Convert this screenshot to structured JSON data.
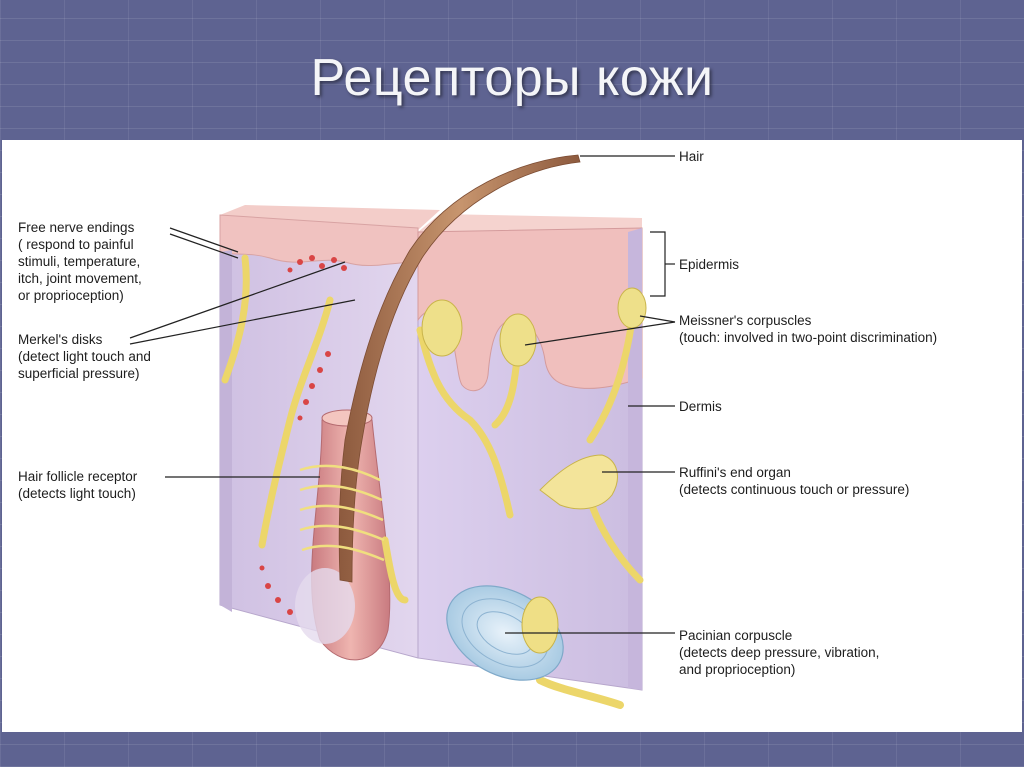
{
  "slide": {
    "title": "Рецепторы кожи"
  },
  "labels": {
    "hair": "Hair",
    "epidermis": "Epidermis",
    "dermis": "Dermis",
    "free_nerve": {
      "name": "Free nerve endings",
      "desc": [
        "( respond to painful",
        "stimuli, temperature,",
        "itch, joint movement,",
        "or proprioception)"
      ]
    },
    "merkel": {
      "name": "Merkel's disks",
      "desc": [
        "(detect light touch and",
        "superficial pressure)"
      ]
    },
    "follicle": {
      "name": "Hair follicle receptor",
      "desc": [
        "(detects light touch)"
      ]
    },
    "meissner": {
      "name": "Meissner's corpuscles",
      "desc": [
        "(touch: involved in two-point discrimination)"
      ]
    },
    "ruffini": {
      "name": "Ruffini's end organ",
      "desc": [
        "(detects continuous touch or pressure)"
      ]
    },
    "pacinian": {
      "name": "Pacinian corpuscle",
      "desc": [
        "(detects deep pressure, vibration,",
        "and proprioception)"
      ]
    }
  },
  "colors": {
    "band": "#5e6391",
    "dermis": "#d9c9e6",
    "epidermis": "#f0c2c0",
    "nerve": "#f2e27a",
    "hair": "#b07a5a"
  }
}
